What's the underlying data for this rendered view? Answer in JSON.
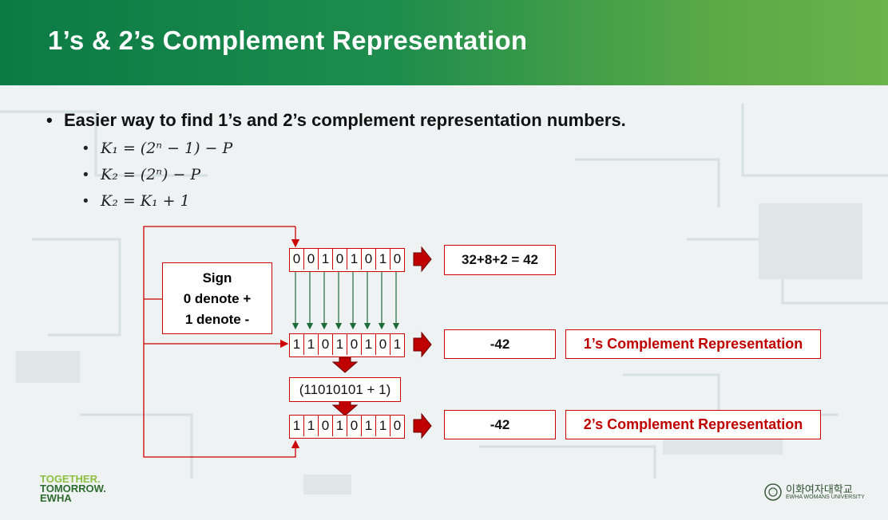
{
  "title": "1’s & 2’s Complement Representation",
  "main_bullet": "Easier way to find 1’s and 2’s complement representation numbers.",
  "formulas": [
    "K₁ = (2ⁿ − 1) − P",
    "K₂ = (2ⁿ) − P",
    "K₂ = K₁ + 1"
  ],
  "sign_box": [
    "Sign",
    "0 denote +",
    "1 denote -"
  ],
  "rows": [
    {
      "bits": [
        "0",
        "0",
        "1",
        "0",
        "1",
        "0",
        "1",
        "0"
      ],
      "value": "32+8+2 = 42",
      "label": ""
    },
    {
      "bits": [
        "1",
        "1",
        "0",
        "1",
        "0",
        "1",
        "0",
        "1"
      ],
      "value": "-42",
      "label": "1’s Complement Representation"
    },
    {
      "bits": [
        "1",
        "1",
        "0",
        "1",
        "0",
        "1",
        "1",
        "0"
      ],
      "value": "-42",
      "label": "2’s Complement Representation"
    }
  ],
  "add_one": "(11010101 + 1)",
  "footer": {
    "left_logo": [
      "TOGETHER.",
      "TOMORROW.",
      "EWHA"
    ],
    "right_logo_korean": "이화여자대학교",
    "right_logo_english": "EWHA WOMANS UNIVERSITY"
  },
  "colors": {
    "header_start": "#0b7a45",
    "header_end": "#6bb34a",
    "accent_red": "#c00000"
  }
}
